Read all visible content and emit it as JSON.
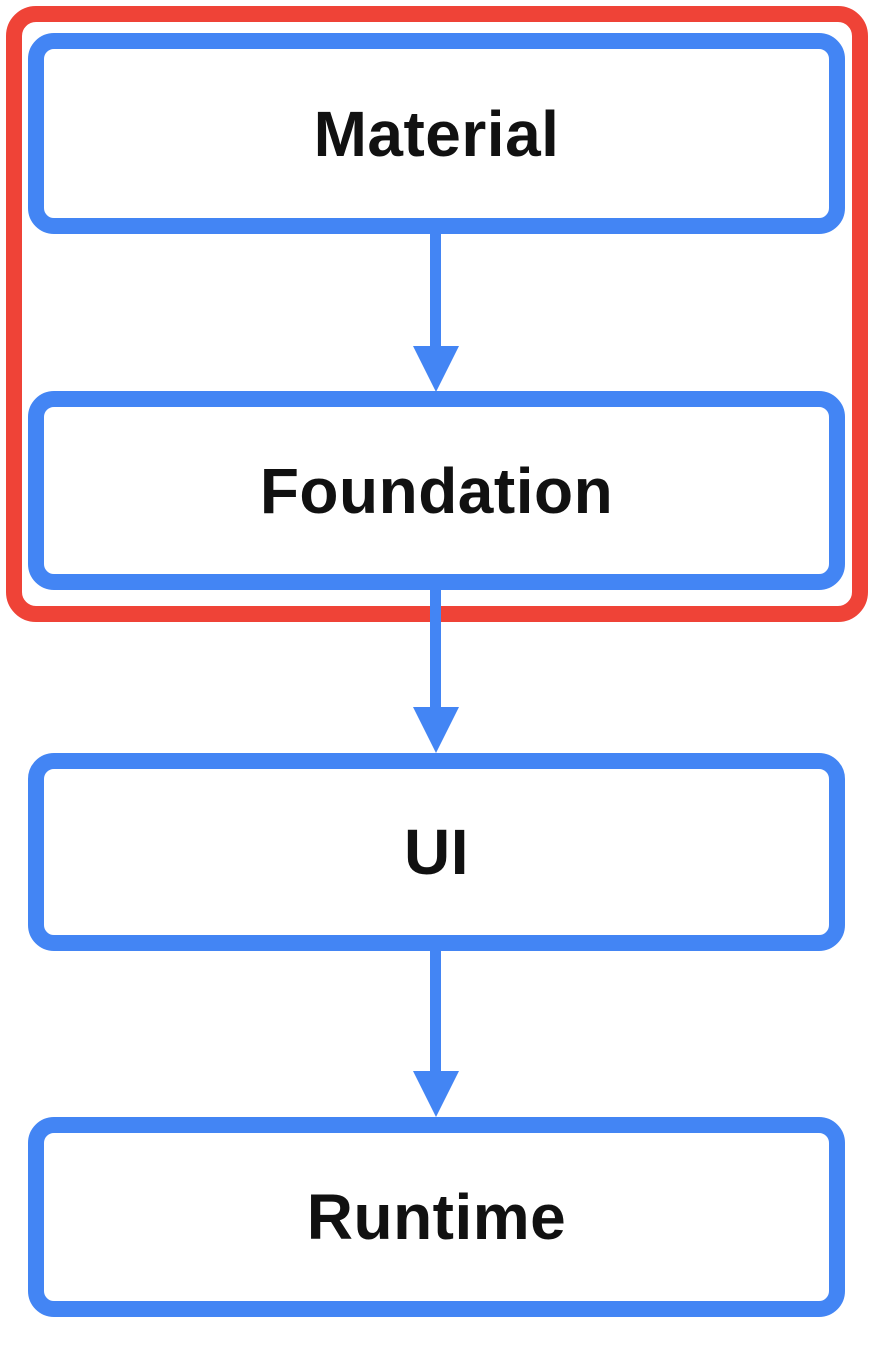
{
  "diagram": {
    "boxes": [
      {
        "id": "material",
        "label": "Material",
        "in_highlight_group": true
      },
      {
        "id": "foundation",
        "label": "Foundation",
        "in_highlight_group": true
      },
      {
        "id": "ui",
        "label": "UI",
        "in_highlight_group": false
      },
      {
        "id": "runtime",
        "label": "Runtime",
        "in_highlight_group": false
      }
    ],
    "arrows": [
      {
        "from": "Material",
        "to": "Foundation"
      },
      {
        "from": "Foundation",
        "to": "UI"
      },
      {
        "from": "UI",
        "to": "Runtime"
      }
    ],
    "highlight_group": {
      "members": [
        "Material",
        "Foundation"
      ],
      "style": "red rounded outline"
    },
    "colors": {
      "box_border": "#4385F4",
      "highlight_border": "#EF4337",
      "arrow": "#4385F4",
      "text": "#111111",
      "background": "#FFFFFF"
    }
  }
}
